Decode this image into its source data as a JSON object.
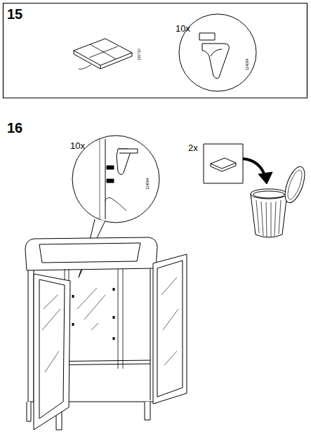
{
  "diagram": {
    "labels": [
      "15",
      "10x",
      "130710",
      "114594",
      "16",
      "10x",
      "114594",
      "2x"
    ]
  }
}
